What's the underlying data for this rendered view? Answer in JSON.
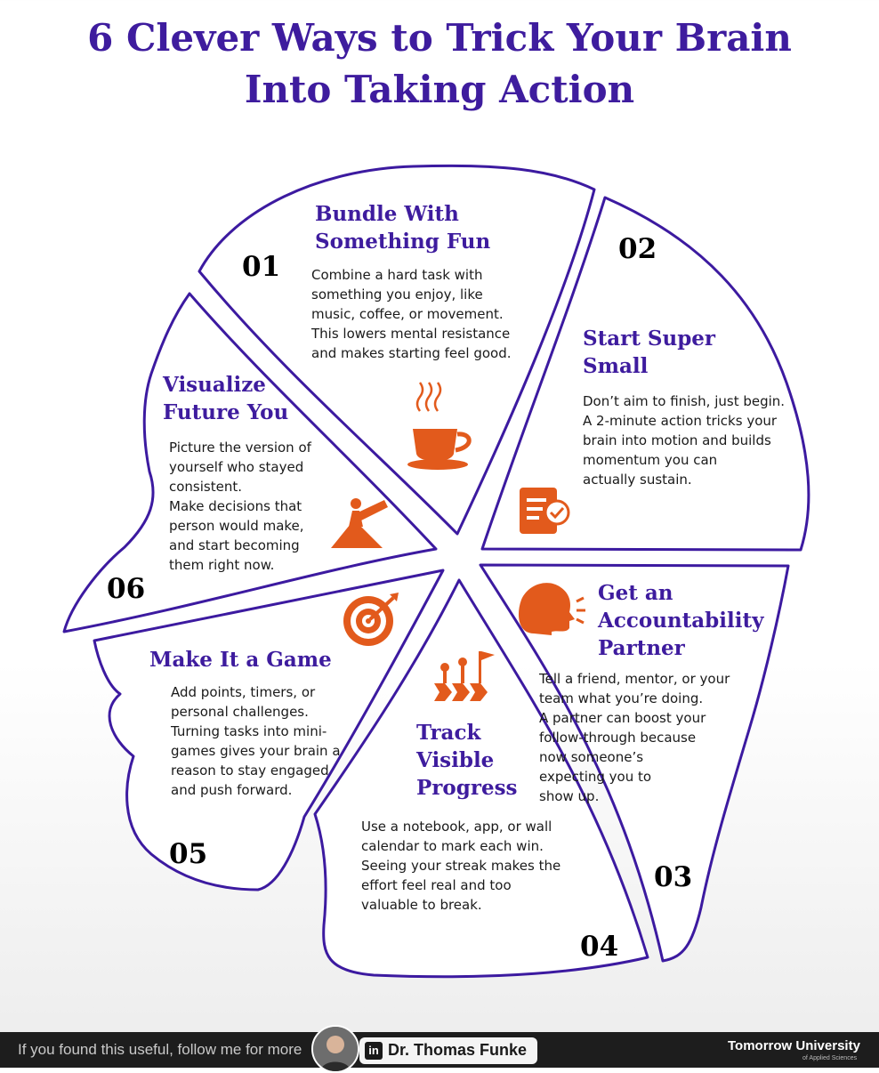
{
  "title": "6 Clever Ways to Trick Your Brain\nInto Taking Action",
  "byline": "By Dr. Thomas Funke",
  "colors": {
    "primary": "#3e1c9e",
    "accent": "#e25a1c",
    "outline": "#3c1aa0"
  },
  "segments": [
    {
      "number": "01",
      "heading": "Bundle With\nSomething Fun",
      "text": "Combine a hard task with\nsomething you enjoy, like\nmusic, coffee, or movement.\nThis lowers mental resistance\nand makes starting feel good.",
      "icon": "coffee-cup-icon"
    },
    {
      "number": "02",
      "heading": "Start Super\nSmall",
      "text": "Don’t aim to finish, just begin.\nA 2-minute action tricks your\nbrain into motion and builds\nmomentum you can\nactually sustain.",
      "icon": "checklist-icon"
    },
    {
      "number": "03",
      "heading": "Get an\nAccountability\nPartner",
      "text": "Tell a friend, mentor, or your\nteam what you’re doing.\n  A partner can boost your\n    follow-through because\n        now someone’s\n          expecting you to\n            show up.",
      "icon": "speaking-head-icon"
    },
    {
      "number": "04",
      "heading": "Track\nVisible\nProgress",
      "text": "Use a notebook, app, or wall\ncalendar to mark each win.\nSeeing your streak makes the\neffort feel real and too\nvaluable to break.",
      "icon": "progress-path-icon"
    },
    {
      "number": "05",
      "heading": "Make It a Game",
      "text": "Add points, timers, or\npersonal challenges.\nTurning tasks into mini-\ngames gives your brain a\nreason to stay engaged\nand push forward.",
      "icon": "target-icon"
    },
    {
      "number": "06",
      "heading": "Visualize\nFuture You",
      "text": "Picture the version of\nyourself who stayed\nconsistent.\nMake decisions that\nperson would make,\nand start becoming\nthem right now.",
      "icon": "telescope-icon"
    }
  ],
  "footer": {
    "cta": "If you found this useful, follow me for more",
    "linkedin_badge": "in",
    "profile_name": "Dr. Thomas Funke",
    "university": "Tomorrow University",
    "university_sub": "of Applied Sciences"
  }
}
